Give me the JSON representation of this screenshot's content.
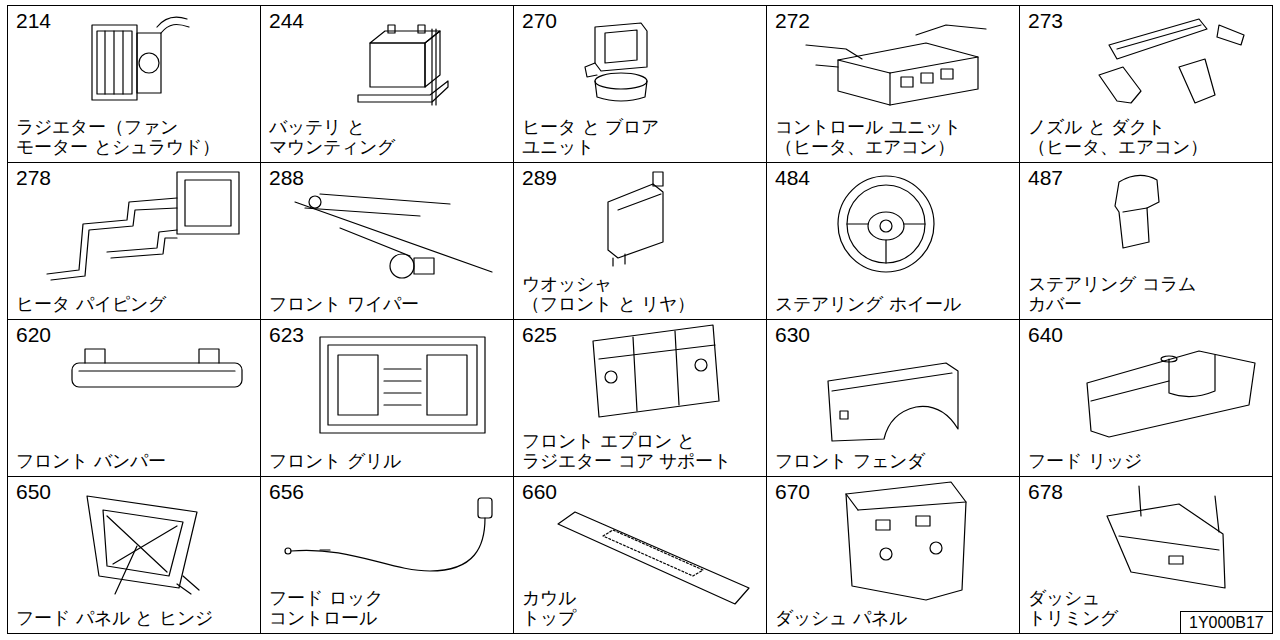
{
  "diagram": {
    "nodes": [
      {
        "text": [
          "214",
          "ラジエター（ファン モーター とシュラウド）"
        ]
      },
      {
        "text": [
          "244",
          "バッテリ と マウンティング"
        ]
      },
      {
        "text": [
          "270",
          "ヒータ と ブロア ユニット"
        ]
      },
      {
        "text": [
          "272",
          "コントロール ユニット （ヒータ、エアコン）"
        ]
      },
      {
        "text": [
          "273",
          "ノズル と ダクト （ヒータ、エアコン）"
        ]
      },
      {
        "text": [
          "278",
          "ヒータ パイピング"
        ]
      },
      {
        "text": [
          "288",
          "フロント ワイパー"
        ]
      },
      {
        "text": [
          "289",
          "ウオッシャ （フロント と リヤ）"
        ]
      },
      {
        "text": [
          "484",
          "ステアリング ホイール"
        ]
      },
      {
        "text": [
          "487",
          "ステアリング コラム カバー"
        ]
      },
      {
        "text": [
          "620",
          "フロント バンパー"
        ]
      },
      {
        "text": [
          "623",
          "フロント グリル"
        ]
      },
      {
        "text": [
          "625",
          "フロント エプロン と ラジエター コア サポート"
        ]
      },
      {
        "text": [
          "630",
          "フロント フェンダ"
        ]
      },
      {
        "text": [
          "640",
          "フード リッジ"
        ]
      },
      {
        "text": [
          "650",
          "フード パネル と ヒンジ"
        ]
      },
      {
        "text": [
          "656",
          "フード ロック コントロール"
        ]
      },
      {
        "text": [
          "660",
          "カウル トップ"
        ]
      },
      {
        "text": [
          "670",
          "ダッシュ パネル"
        ]
      },
      {
        "text": [
          "678",
          "ダッシュ トリミング"
        ]
      },
      {
        "text": [
          "1Y000B17"
        ]
      }
    ]
  }
}
